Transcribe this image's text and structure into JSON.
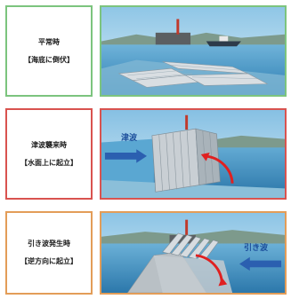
{
  "panels": [
    {
      "title": "平常時",
      "subtitle": "【海底に倒伏】",
      "border_color": "#7cc47e",
      "wave_label": ""
    },
    {
      "title": "津波襲来時",
      "subtitle": "【水面上に起立】",
      "border_color": "#d9534f",
      "wave_label": "津波"
    },
    {
      "title": "引き波発生時",
      "subtitle": "【逆方向に起立】",
      "border_color": "#e39d58",
      "wave_label": "引き波"
    }
  ],
  "colors": {
    "sky": "#a8d4ea",
    "sea": "#4c9ccb",
    "breakwater": "#c8cdd1",
    "gate": "#9aa6ad",
    "arrow_red": "#e02020",
    "arrow_blue": "#2b5fb0"
  }
}
